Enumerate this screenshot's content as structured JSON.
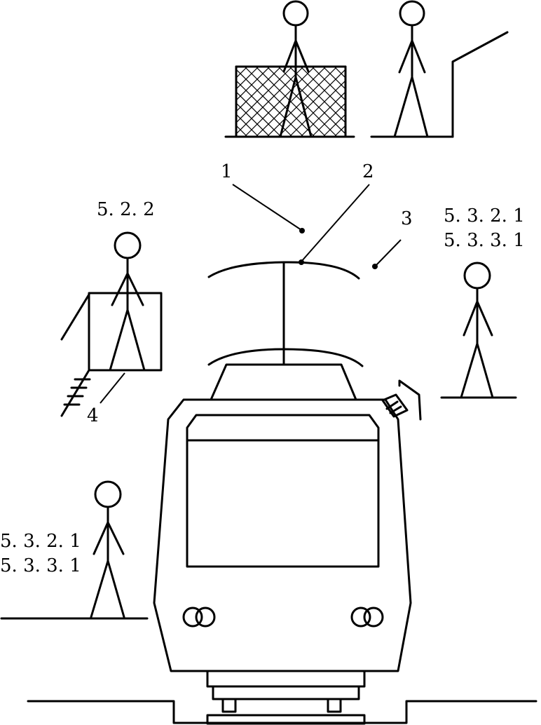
{
  "labels": {
    "callout_1": "1",
    "callout_2": "2",
    "callout_3": "3",
    "callout_4": "4",
    "clause_left_upper": "5. 2. 2",
    "clause_right_a": "5. 3. 2. 1",
    "clause_right_b": "5. 3. 3. 1",
    "clause_left_a": "5. 3. 2. 1",
    "clause_left_b": "5. 3. 3. 1"
  },
  "colors": {
    "line": "#000000",
    "background": "#ffffff"
  }
}
